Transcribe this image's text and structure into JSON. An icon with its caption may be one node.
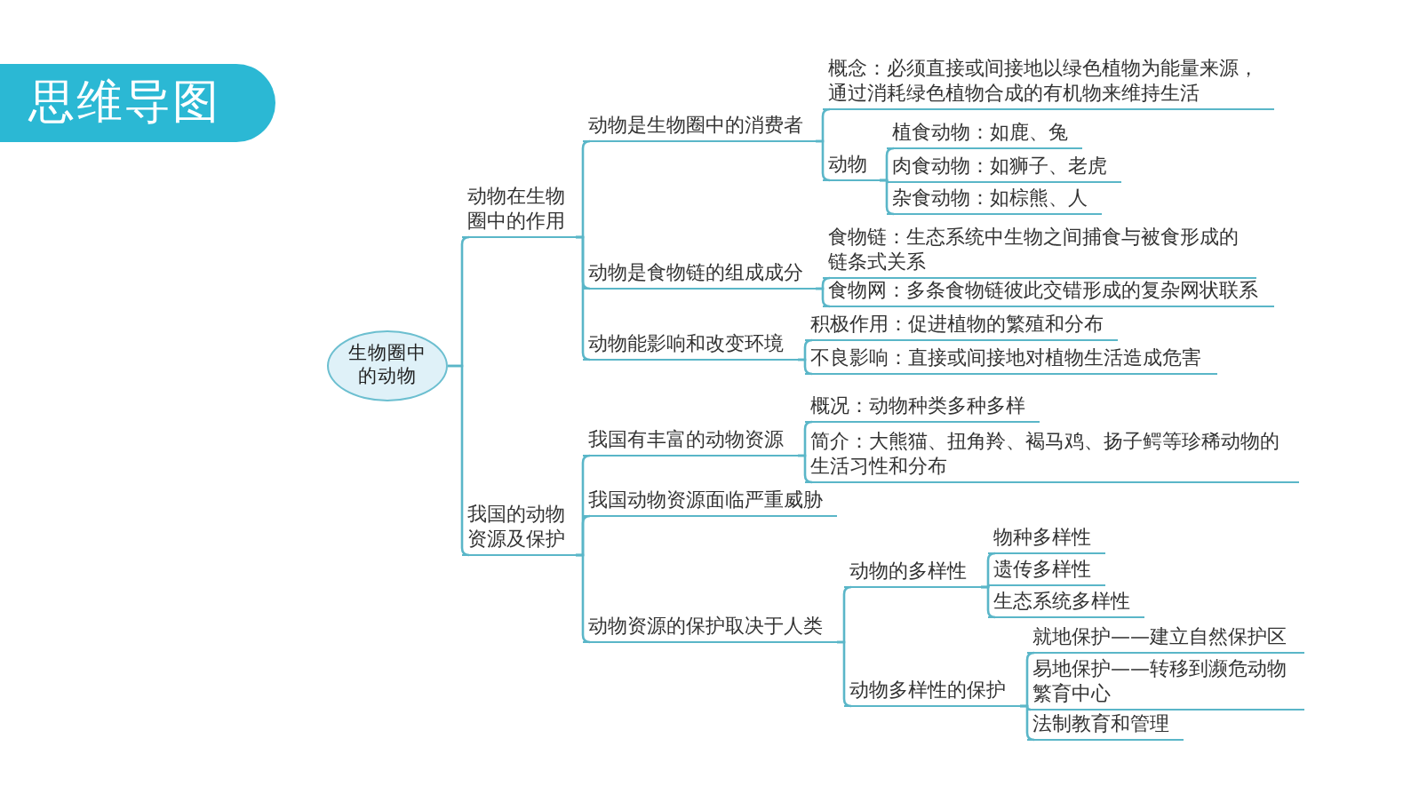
{
  "diagram": {
    "title": "思维导图",
    "nodes": [
      {
        "text": [
          "生物圈中的动物"
        ]
      },
      {
        "text": [
          "动物在生物圈中的作用"
        ]
      },
      {
        "text": [
          "动物是生物圈中的消费者"
        ]
      },
      {
        "text": [
          "概念：必须直接或间接地以绿色植物为能量来源，通过消耗绿色植物合成的有机物来维持生活"
        ]
      },
      {
        "text": [
          "动物"
        ]
      },
      {
        "text": [
          "植食动物：如鹿、兔"
        ]
      },
      {
        "text": [
          "肉食动物：如狮子、老虎"
        ]
      },
      {
        "text": [
          "杂食动物：如棕熊、人"
        ]
      },
      {
        "text": [
          "动物是食物链的组成成分"
        ]
      },
      {
        "text": [
          "食物链：生态系统中生物之间捕食与被食形成的链条式关系"
        ]
      },
      {
        "text": [
          "食物网：多条食物链彼此交错形成的复杂网状联系"
        ]
      },
      {
        "text": [
          "动物能影响和改变环境"
        ]
      },
      {
        "text": [
          "积极作用：促进植物的繁殖和分布"
        ]
      },
      {
        "text": [
          "不良影响：直接或间接地对植物生活造成危害"
        ]
      },
      {
        "text": [
          "我国的动物资源及保护"
        ]
      },
      {
        "text": [
          "我国有丰富的动物资源"
        ]
      },
      {
        "text": [
          "概况：动物种类多种多样"
        ]
      },
      {
        "text": [
          "简介：大熊猫、扭角羚、褐马鸡、扬子鳄等珍稀动物的生活习性和分布"
        ]
      },
      {
        "text": [
          "我国动物资源面临严重威胁"
        ]
      },
      {
        "text": [
          "动物资源的保护取决于人类"
        ]
      },
      {
        "text": [
          "动物的多样性"
        ]
      },
      {
        "text": [
          "物种多样性"
        ]
      },
      {
        "text": [
          "遗传多样性"
        ]
      },
      {
        "text": [
          "生态系统多样性"
        ]
      },
      {
        "text": [
          "动物多样性的保护"
        ]
      },
      {
        "text": [
          "就地保护——建立自然保护区"
        ]
      },
      {
        "text": [
          "易地保护——转移到濒危动物繁育中心"
        ]
      },
      {
        "text": [
          "法制教育和管理"
        ]
      }
    ],
    "edges": [
      {
        "from": 0,
        "to": 1,
        "arrow": "none"
      },
      {
        "from": 0,
        "to": 14,
        "arrow": "none"
      },
      {
        "from": 1,
        "to": 2,
        "arrow": "none"
      },
      {
        "from": 1,
        "to": 8,
        "arrow": "none"
      },
      {
        "from": 1,
        "to": 11,
        "arrow": "none"
      },
      {
        "from": 2,
        "to": 3,
        "arrow": "none"
      },
      {
        "from": 2,
        "to": 4,
        "arrow": "none"
      },
      {
        "from": 4,
        "to": 5,
        "arrow": "none"
      },
      {
        "from": 4,
        "to": 6,
        "arrow": "none"
      },
      {
        "from": 4,
        "to": 7,
        "arrow": "none"
      },
      {
        "from": 8,
        "to": 9,
        "arrow": "none"
      },
      {
        "from": 8,
        "to": 10,
        "arrow": "none"
      },
      {
        "from": 11,
        "to": 12,
        "arrow": "none"
      },
      {
        "from": 11,
        "to": 13,
        "arrow": "none"
      },
      {
        "from": 14,
        "to": 15,
        "arrow": "none"
      },
      {
        "from": 14,
        "to": 18,
        "arrow": "none"
      },
      {
        "from": 14,
        "to": 19,
        "arrow": "none"
      },
      {
        "from": 15,
        "to": 16,
        "arrow": "none"
      },
      {
        "from": 15,
        "to": 17,
        "arrow": "none"
      },
      {
        "from": 19,
        "to": 20,
        "arrow": "none"
      },
      {
        "from": 19,
        "to": 24,
        "arrow": "none"
      },
      {
        "from": 20,
        "to": 21,
        "arrow": "none"
      },
      {
        "from": 20,
        "to": 22,
        "arrow": "none"
      },
      {
        "from": 20,
        "to": 23,
        "arrow": "none"
      },
      {
        "from": 24,
        "to": 25,
        "arrow": "none"
      },
      {
        "from": 24,
        "to": 26,
        "arrow": "none"
      },
      {
        "from": 24,
        "to": 27,
        "arrow": "none"
      }
    ]
  }
}
